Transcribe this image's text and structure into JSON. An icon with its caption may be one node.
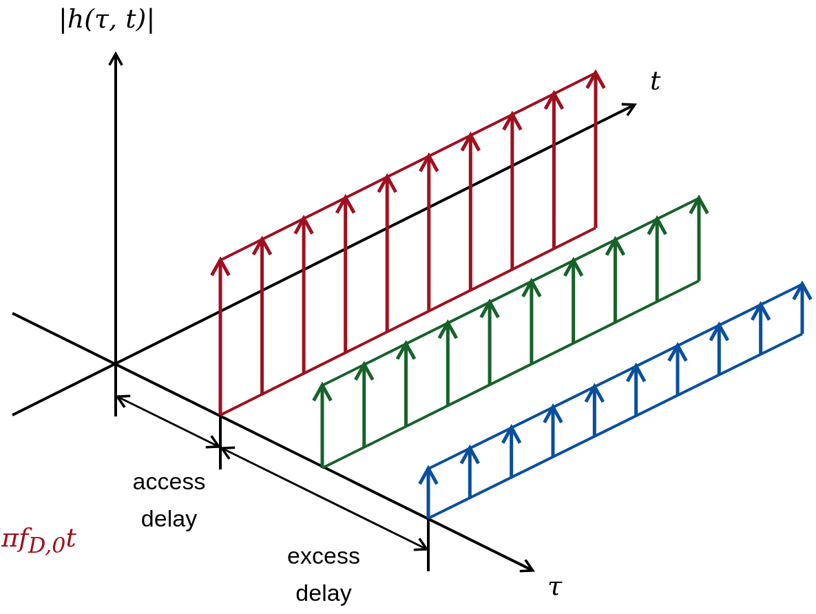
{
  "diagram": {
    "labels": [
      "|h(τ, t)|",
      "t",
      "τ",
      "access delay",
      "excess delay",
      "πf$_{D,0}$t"
    ]
  }
}
